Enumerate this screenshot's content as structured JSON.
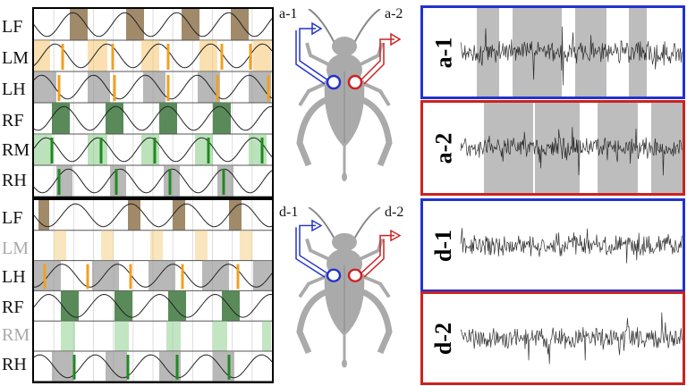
{
  "colors": {
    "front": "#a08a6a",
    "mid": "#f5c76f",
    "hind": "#9a9a9a",
    "rfront": "#5a8a5a",
    "rmid": "#8fcf8f",
    "midTick": "#f0a020",
    "hindTick": "#1f8a1f",
    "blue": "#2233cc",
    "red": "#cc2222"
  },
  "top_panel": {
    "legs": [
      "LF",
      "LM",
      "LH",
      "RF",
      "RM",
      "RH"
    ]
  },
  "bottom_panel": {
    "legs": [
      "LF",
      "LM",
      "LH",
      "RF",
      "RM",
      "RH"
    ],
    "inactive": [
      "LM",
      "RM"
    ]
  },
  "cricket_top": {
    "left_label": "a-1",
    "right_label": "a-2"
  },
  "cricket_bottom": {
    "left_label": "d-1",
    "right_label": "d-2"
  },
  "recordings": [
    {
      "label": "a-1",
      "color": "blue"
    },
    {
      "label": "a-2",
      "color": "red"
    },
    {
      "label": "d-1",
      "color": "blue"
    },
    {
      "label": "d-2",
      "color": "red"
    }
  ]
}
